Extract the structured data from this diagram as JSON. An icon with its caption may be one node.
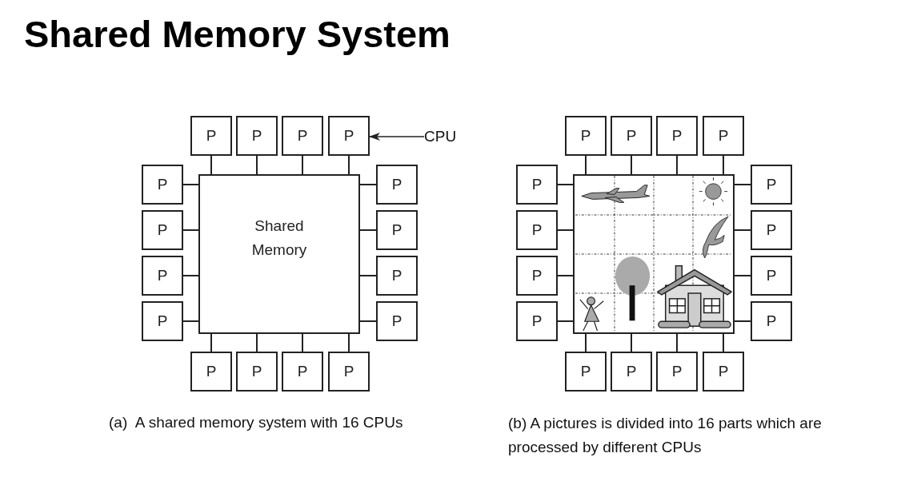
{
  "diagram": {
    "title": "Shared Memory System",
    "nodes": [
      {
        "text": [
          "Shared Memory"
        ]
      },
      {
        "text": [
          "P"
        ]
      },
      {
        "text": [
          "P"
        ]
      },
      {
        "text": [
          "P"
        ]
      },
      {
        "text": [
          "P"
        ]
      },
      {
        "text": [
          "P"
        ]
      },
      {
        "text": [
          "P"
        ]
      },
      {
        "text": [
          "P"
        ]
      },
      {
        "text": [
          "P"
        ]
      },
      {
        "text": [
          "P"
        ]
      },
      {
        "text": [
          "P"
        ]
      },
      {
        "text": [
          "P"
        ]
      },
      {
        "text": [
          "P"
        ]
      },
      {
        "text": [
          "P"
        ]
      },
      {
        "text": [
          "P"
        ]
      },
      {
        "text": [
          "P"
        ]
      },
      {
        "text": [
          "P"
        ]
      },
      {
        "text": [
          "CPU"
        ]
      },
      {
        "text": [],
        "shape": "picture"
      },
      {
        "text": [
          "P"
        ]
      },
      {
        "text": [
          "P"
        ]
      },
      {
        "text": [
          "P"
        ]
      },
      {
        "text": [
          "P"
        ]
      },
      {
        "text": [
          "P"
        ]
      },
      {
        "text": [
          "P"
        ]
      },
      {
        "text": [
          "P"
        ]
      },
      {
        "text": [
          "P"
        ]
      },
      {
        "text": [
          "P"
        ]
      },
      {
        "text": [
          "P"
        ]
      },
      {
        "text": [
          "P"
        ]
      },
      {
        "text": [
          "P"
        ]
      },
      {
        "text": [
          "P"
        ]
      },
      {
        "text": [
          "P"
        ]
      },
      {
        "text": [
          "P"
        ]
      },
      {
        "text": [
          "P"
        ]
      }
    ],
    "edges": [
      {
        "from": 1,
        "to": 0,
        "arrow": "none"
      },
      {
        "from": 2,
        "to": 0,
        "arrow": "none"
      },
      {
        "from": 3,
        "to": 0,
        "arrow": "none"
      },
      {
        "from": 4,
        "to": 0,
        "arrow": "none"
      },
      {
        "from": 5,
        "to": 0,
        "arrow": "none"
      },
      {
        "from": 6,
        "to": 0,
        "arrow": "none"
      },
      {
        "from": 7,
        "to": 0,
        "arrow": "none"
      },
      {
        "from": 8,
        "to": 0,
        "arrow": "none"
      },
      {
        "from": 9,
        "to": 0,
        "arrow": "none"
      },
      {
        "from": 10,
        "to": 0,
        "arrow": "none"
      },
      {
        "from": 11,
        "to": 0,
        "arrow": "none"
      },
      {
        "from": 12,
        "to": 0,
        "arrow": "none"
      },
      {
        "from": 13,
        "to": 0,
        "arrow": "none"
      },
      {
        "from": 14,
        "to": 0,
        "arrow": "none"
      },
      {
        "from": 15,
        "to": 0,
        "arrow": "none"
      },
      {
        "from": 16,
        "to": 0,
        "arrow": "none"
      },
      {
        "from": 17,
        "to": 4,
        "arrow": "to"
      },
      {
        "from": 19,
        "to": 18,
        "arrow": "none"
      },
      {
        "from": 20,
        "to": 18,
        "arrow": "none"
      },
      {
        "from": 21,
        "to": 18,
        "arrow": "none"
      },
      {
        "from": 22,
        "to": 18,
        "arrow": "none"
      },
      {
        "from": 23,
        "to": 18,
        "arrow": "none"
      },
      {
        "from": 24,
        "to": 18,
        "arrow": "none"
      },
      {
        "from": 25,
        "to": 18,
        "arrow": "none"
      },
      {
        "from": 26,
        "to": 18,
        "arrow": "none"
      },
      {
        "from": 27,
        "to": 18,
        "arrow": "none"
      },
      {
        "from": 28,
        "to": 18,
        "arrow": "none"
      },
      {
        "from": 29,
        "to": 18,
        "arrow": "none"
      },
      {
        "from": 30,
        "to": 18,
        "arrow": "none"
      },
      {
        "from": 31,
        "to": 18,
        "arrow": "none"
      },
      {
        "from": 32,
        "to": 18,
        "arrow": "none"
      },
      {
        "from": 33,
        "to": 18,
        "arrow": "none"
      },
      {
        "from": 34,
        "to": 18,
        "arrow": "none"
      }
    ],
    "labels": [
      "(a)  A shared memory system with 16 CPUs",
      "(b) A pictures is divided into 16 parts which are processed by different CPUs"
    ]
  }
}
